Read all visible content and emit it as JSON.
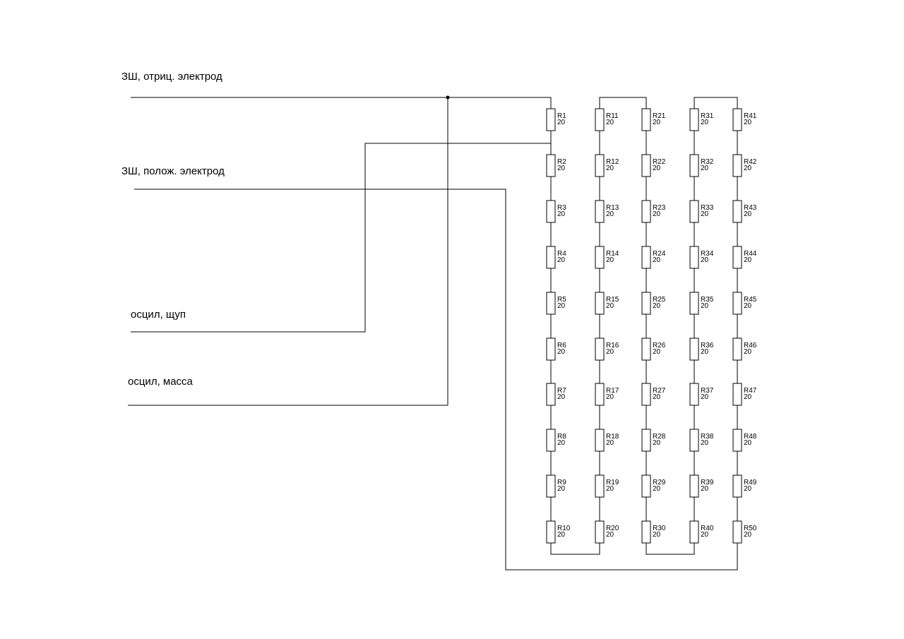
{
  "terminals": {
    "neg_electrode": "ЗШ, отриц. электрод",
    "pos_electrode": "ЗШ, полож. электрод",
    "probe": "осцил, щуп",
    "ground": "осцил, масса"
  },
  "resistors": [
    {
      "ref": "R1",
      "value": "20"
    },
    {
      "ref": "R2",
      "value": "20"
    },
    {
      "ref": "R3",
      "value": "20"
    },
    {
      "ref": "R4",
      "value": "20"
    },
    {
      "ref": "R5",
      "value": "20"
    },
    {
      "ref": "R6",
      "value": "20"
    },
    {
      "ref": "R7",
      "value": "20"
    },
    {
      "ref": "R8",
      "value": "20"
    },
    {
      "ref": "R9",
      "value": "20"
    },
    {
      "ref": "R10",
      "value": "20"
    },
    {
      "ref": "R11",
      "value": "20"
    },
    {
      "ref": "R12",
      "value": "20"
    },
    {
      "ref": "R13",
      "value": "20"
    },
    {
      "ref": "R14",
      "value": "20"
    },
    {
      "ref": "R15",
      "value": "20"
    },
    {
      "ref": "R16",
      "value": "20"
    },
    {
      "ref": "R17",
      "value": "20"
    },
    {
      "ref": "R18",
      "value": "20"
    },
    {
      "ref": "R19",
      "value": "20"
    },
    {
      "ref": "R20",
      "value": "20"
    },
    {
      "ref": "R21",
      "value": "20"
    },
    {
      "ref": "R22",
      "value": "20"
    },
    {
      "ref": "R23",
      "value": "20"
    },
    {
      "ref": "R24",
      "value": "20"
    },
    {
      "ref": "R25",
      "value": "20"
    },
    {
      "ref": "R26",
      "value": "20"
    },
    {
      "ref": "R27",
      "value": "20"
    },
    {
      "ref": "R28",
      "value": "20"
    },
    {
      "ref": "R29",
      "value": "20"
    },
    {
      "ref": "R30",
      "value": "20"
    },
    {
      "ref": "R31",
      "value": "20"
    },
    {
      "ref": "R32",
      "value": "20"
    },
    {
      "ref": "R33",
      "value": "20"
    },
    {
      "ref": "R34",
      "value": "20"
    },
    {
      "ref": "R35",
      "value": "20"
    },
    {
      "ref": "R36",
      "value": "20"
    },
    {
      "ref": "R37",
      "value": "20"
    },
    {
      "ref": "R38",
      "value": "20"
    },
    {
      "ref": "R39",
      "value": "20"
    },
    {
      "ref": "R40",
      "value": "20"
    },
    {
      "ref": "R41",
      "value": "20"
    },
    {
      "ref": "R42",
      "value": "20"
    },
    {
      "ref": "R43",
      "value": "20"
    },
    {
      "ref": "R44",
      "value": "20"
    },
    {
      "ref": "R45",
      "value": "20"
    },
    {
      "ref": "R46",
      "value": "20"
    },
    {
      "ref": "R47",
      "value": "20"
    },
    {
      "ref": "R48",
      "value": "20"
    },
    {
      "ref": "R49",
      "value": "20"
    },
    {
      "ref": "R50",
      "value": "20"
    }
  ]
}
